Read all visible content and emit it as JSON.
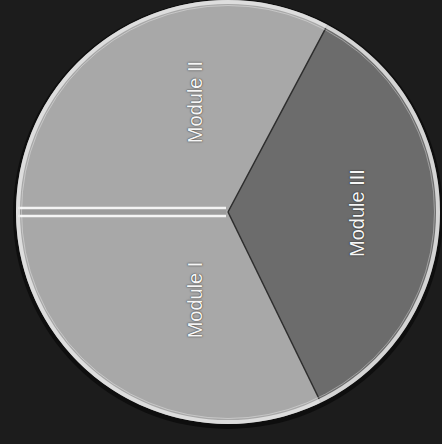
{
  "diagram": {
    "nodes": [
      {
        "text": [
          "Module II"
        ]
      },
      {
        "text": [
          "Module III"
        ]
      },
      {
        "text": [
          "Module I"
        ]
      }
    ]
  }
}
